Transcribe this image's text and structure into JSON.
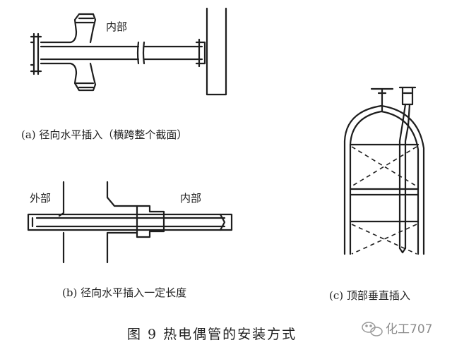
{
  "diagram": {
    "panel_a": {
      "label_inner": "内部",
      "caption": "(a) 径向水平插入（横跨整个截面）"
    },
    "panel_b": {
      "label_outer": "外部",
      "label_inner": "内部",
      "caption": "(b) 径向水平插入一定长度"
    },
    "panel_c": {
      "caption": "(c) 顶部垂直插入"
    },
    "figure_caption": "图 9  热电偶管的安装方式",
    "watermark": "化工707"
  }
}
